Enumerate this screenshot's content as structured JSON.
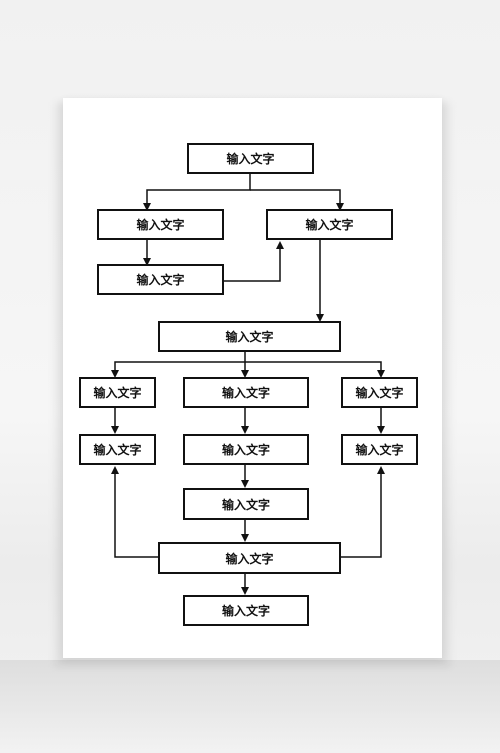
{
  "diagram": {
    "nodes": [
      {
        "id": "n1",
        "label": "输入文字"
      },
      {
        "id": "n2",
        "label": "输入文字"
      },
      {
        "id": "n3",
        "label": "输入文字"
      },
      {
        "id": "n4",
        "label": "输入文字"
      },
      {
        "id": "n5",
        "label": "输入文字"
      },
      {
        "id": "n6",
        "label": "输入文字"
      },
      {
        "id": "n7",
        "label": "输入文字"
      },
      {
        "id": "n8",
        "label": "输入文字"
      },
      {
        "id": "n9",
        "label": "输入文字"
      },
      {
        "id": "n10",
        "label": "输入文字"
      },
      {
        "id": "n11",
        "label": "输入文字"
      },
      {
        "id": "n12",
        "label": "输入文字"
      },
      {
        "id": "n13",
        "label": "输入文字"
      },
      {
        "id": "n14",
        "label": "输入文字"
      }
    ],
    "edges": [
      {
        "from": "n1",
        "to": "n2"
      },
      {
        "from": "n1",
        "to": "n3"
      },
      {
        "from": "n2",
        "to": "n4"
      },
      {
        "from": "n4",
        "to": "n3"
      },
      {
        "from": "n3",
        "to": "n5"
      },
      {
        "from": "n5",
        "to": "n6"
      },
      {
        "from": "n5",
        "to": "n7"
      },
      {
        "from": "n5",
        "to": "n8"
      },
      {
        "from": "n6",
        "to": "n9"
      },
      {
        "from": "n7",
        "to": "n10"
      },
      {
        "from": "n8",
        "to": "n11"
      },
      {
        "from": "n10",
        "to": "n12"
      },
      {
        "from": "n12",
        "to": "n13"
      },
      {
        "from": "n13",
        "to": "n9"
      },
      {
        "from": "n13",
        "to": "n11"
      },
      {
        "from": "n13",
        "to": "n14"
      }
    ]
  }
}
